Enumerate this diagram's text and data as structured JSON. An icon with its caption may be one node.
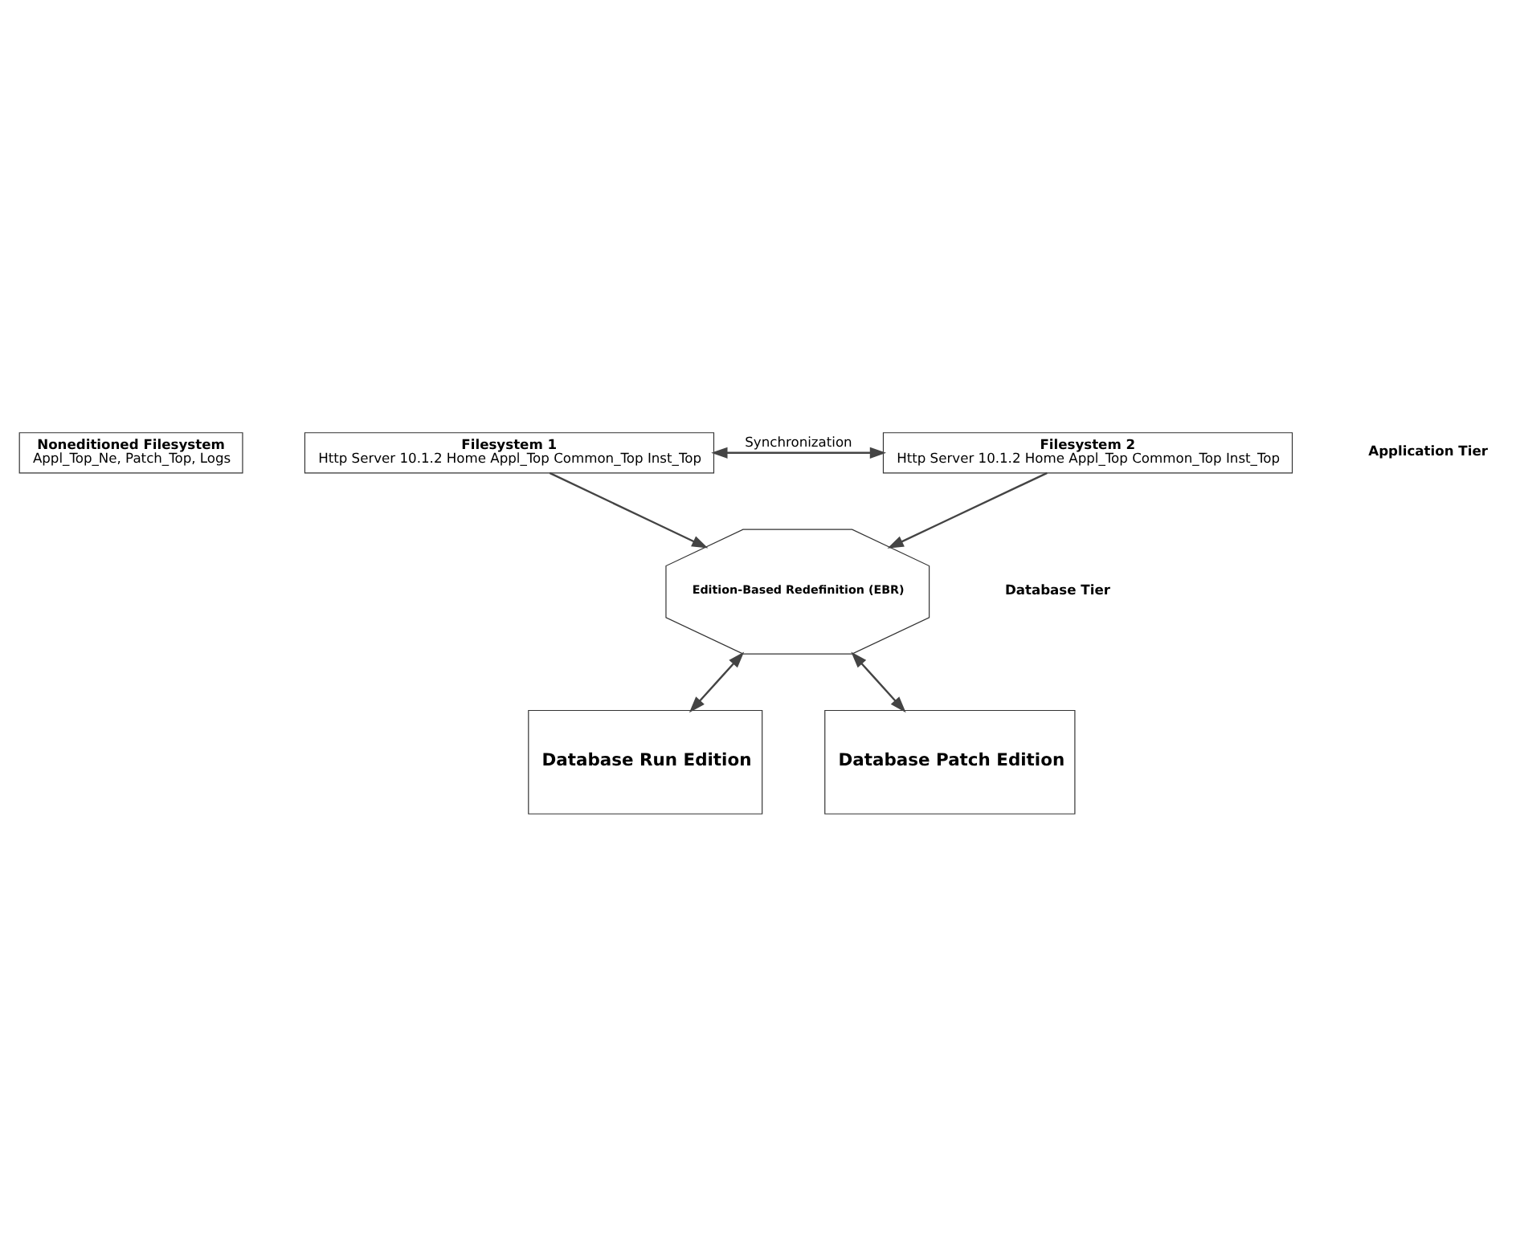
{
  "diagram": {
    "nodes": [
      {
        "text": [
          "Noneditioned Filesystem",
          "Appl_Top_Ne, Patch_Top, Logs"
        ]
      },
      {
        "text": [
          "Filesystem 1",
          "Http Server 10.1.2 Home Appl_Top Common_Top Inst_Top"
        ]
      },
      {
        "text": [
          "Filesystem 2",
          "Http Server 10.1.2 Home Appl_Top Common_Top Inst_Top"
        ]
      },
      {
        "text": [
          "Edition-Based Redefinition (EBR)"
        ]
      },
      {
        "text": [
          "Database Run Edition"
        ]
      },
      {
        "text": [
          "Database Patch Edition"
        ]
      }
    ],
    "edges": [
      {
        "from": 1,
        "to": 2,
        "arrow": "both",
        "label": "Synchronization"
      },
      {
        "from": 1,
        "to": 3,
        "arrow": "to"
      },
      {
        "from": 2,
        "to": 3,
        "arrow": "to"
      },
      {
        "from": 3,
        "to": 4,
        "arrow": "both"
      },
      {
        "from": 3,
        "to": 5,
        "arrow": "both"
      }
    ],
    "labels": [
      "Application Tier",
      "Database Tier"
    ]
  }
}
